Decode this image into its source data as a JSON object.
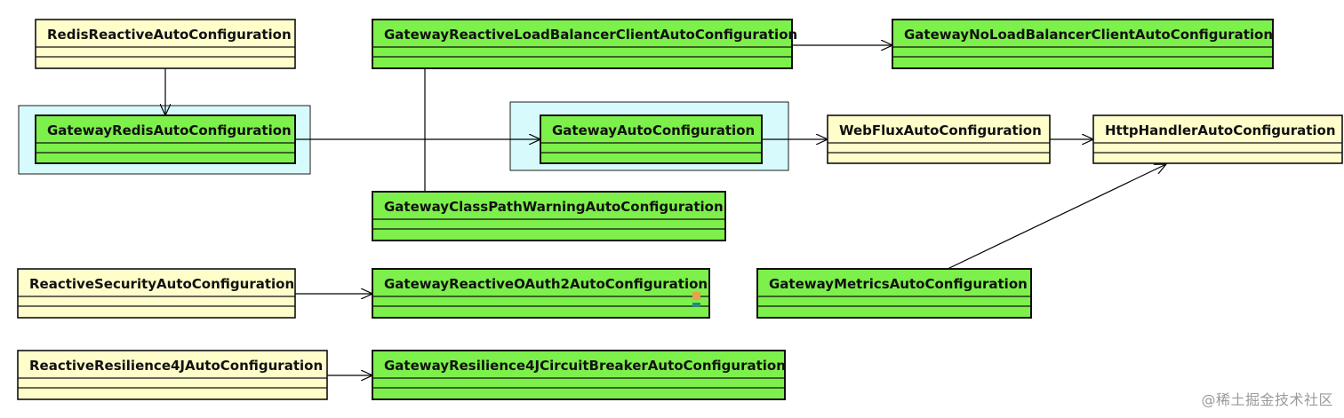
{
  "colors": {
    "highlight": "#d7fbfc",
    "highlight_border": "#1b1b1b",
    "yellow_fill": "#fffecb",
    "green_fill": "#7df04b",
    "border": "#111111",
    "marker_orange": "#e8a14d",
    "marker_teal": "#2a8a7a"
  },
  "nodes": [
    {
      "id": "redisReactive",
      "label": "RedisReactiveAutoConfiguration",
      "kind": "yellow"
    },
    {
      "id": "redis",
      "label": "GatewayRedisAutoConfiguration",
      "kind": "green"
    },
    {
      "id": "reactiveLb",
      "label": "GatewayReactiveLoadBalancerClientAutoConfiguration",
      "kind": "green"
    },
    {
      "id": "noLb",
      "label": "GatewayNoLoadBalancerClientAutoConfiguration",
      "kind": "green"
    },
    {
      "id": "gateway",
      "label": "GatewayAutoConfiguration",
      "kind": "green"
    },
    {
      "id": "webflux",
      "label": "WebFluxAutoConfiguration",
      "kind": "yellow"
    },
    {
      "id": "httpHandler",
      "label": "HttpHandlerAutoConfiguration",
      "kind": "yellow"
    },
    {
      "id": "classPathWarning",
      "label": "GatewayClassPathWarningAutoConfiguration",
      "kind": "green"
    },
    {
      "id": "reactiveSecurity",
      "label": "ReactiveSecurityAutoConfiguration",
      "kind": "yellow"
    },
    {
      "id": "oauth2",
      "label": "GatewayReactiveOAuth2AutoConfiguration",
      "kind": "green"
    },
    {
      "id": "metrics",
      "label": "GatewayMetricsAutoConfiguration",
      "kind": "green"
    },
    {
      "id": "resilience4j",
      "label": "ReactiveResilience4JAutoConfiguration",
      "kind": "yellow"
    },
    {
      "id": "circuitBreaker",
      "label": "GatewayResilience4JCircuitBreakerAutoConfiguration",
      "kind": "green"
    }
  ],
  "edges": [
    {
      "from": "redisReactive",
      "to": "redis"
    },
    {
      "from": "redis",
      "to": "gateway"
    },
    {
      "from": "reactiveLb",
      "to": "noLb"
    },
    {
      "from": "reactiveLb",
      "to": "classPathWarning"
    },
    {
      "from": "gateway",
      "to": "webflux"
    },
    {
      "from": "webflux",
      "to": "httpHandler"
    },
    {
      "from": "metrics",
      "to": "httpHandler"
    },
    {
      "from": "reactiveSecurity",
      "to": "oauth2"
    },
    {
      "from": "resilience4j",
      "to": "circuitBreaker"
    }
  ],
  "watermark": "@稀土掘金技术社区"
}
